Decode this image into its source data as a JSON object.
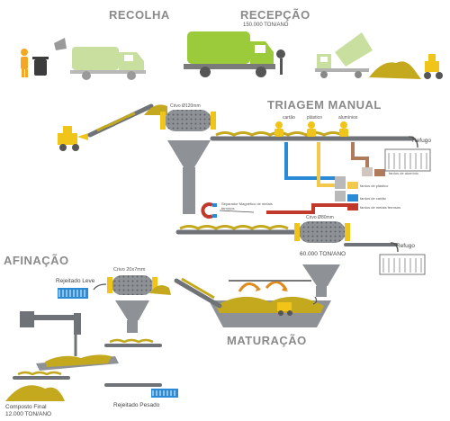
{
  "stages": {
    "recolha": "RECOLHA",
    "recepcao": "RECEPÇÃO",
    "recepcao_capacity": "150.000 TON/ANO",
    "triagem": "TRIAGEM MANUAL",
    "afinacao": "AFINAÇÃO",
    "maturacao": "MATURAÇÃO"
  },
  "labels": {
    "crivo_120": "Crivo Ø120mm",
    "cartao": "cartão",
    "plastico": "plástico",
    "aluminio": "alumínios",
    "refugo_1": "Refugo",
    "fardos_aluminio": "fardos de alumínio",
    "fardos_plastico": "fardos de plástico",
    "fardos_cartao": "fardos de cartão",
    "fardos_ferrosos": "fardos de metais ferrosos",
    "separador": "Separador Magnético de metais ferrosos",
    "crivo_80": "Crivo Ø80mm",
    "capacity_60": "60.000 TON/ANO",
    "refugo_2": "Refugo",
    "rejeitado_leve": "Rejeitado Leve",
    "crivo_20": "Crivo 20x7mm",
    "rejeitado_pesado": "Rejeitado Pesado",
    "composto_final": "Composto Final",
    "composto_capacity": "12.000 TON/ANO"
  },
  "colors": {
    "truck_green": "#9bcb3b",
    "pale_green": "#c9df9f",
    "compost": "#c4a91e",
    "steel": "#8e9296",
    "conveyor": "#6f7378",
    "cardboard": "#2b8ad6",
    "plastic": "#f2c94c",
    "aluminium": "#b07a5c",
    "ferrous": "#c0392b",
    "water": "#2b8ad6",
    "worker": "#f0c419"
  }
}
